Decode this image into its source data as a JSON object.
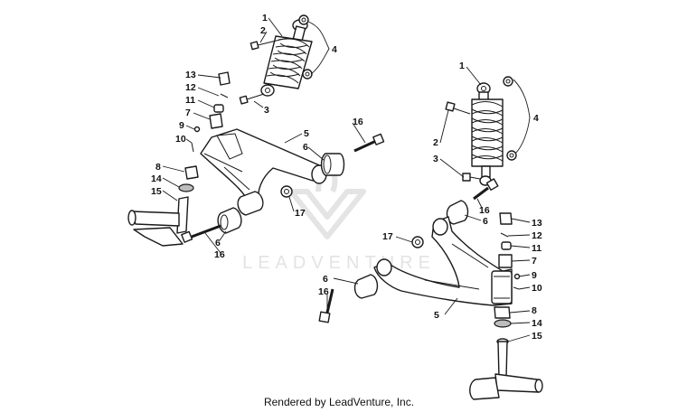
{
  "footer_text": "Rendered by LeadVenture, Inc.",
  "watermark_text": "LEADVENTURE",
  "left_assembly": {
    "callouts": [
      {
        "id": "L1",
        "number": "1"
      },
      {
        "id": "L2",
        "number": "2"
      },
      {
        "id": "L3",
        "number": "3"
      },
      {
        "id": "L4",
        "number": "4"
      },
      {
        "id": "L13",
        "number": "13"
      },
      {
        "id": "L12",
        "number": "12"
      },
      {
        "id": "L11",
        "number": "11"
      },
      {
        "id": "L7",
        "number": "7"
      },
      {
        "id": "L9",
        "number": "9"
      },
      {
        "id": "L10",
        "number": "10"
      },
      {
        "id": "L5",
        "number": "5"
      },
      {
        "id": "L16a",
        "number": "16"
      },
      {
        "id": "L6a",
        "number": "6"
      },
      {
        "id": "L8",
        "number": "8"
      },
      {
        "id": "L14",
        "number": "14"
      },
      {
        "id": "L15",
        "number": "15"
      },
      {
        "id": "L17",
        "number": "17"
      },
      {
        "id": "L6b",
        "number": "6"
      },
      {
        "id": "L16b",
        "number": "16"
      }
    ]
  },
  "right_assembly": {
    "callouts": [
      {
        "id": "R1",
        "number": "1"
      },
      {
        "id": "R4",
        "number": "4"
      },
      {
        "id": "R2",
        "number": "2"
      },
      {
        "id": "R3",
        "number": "3"
      },
      {
        "id": "R16a",
        "number": "16"
      },
      {
        "id": "R6a",
        "number": "6"
      },
      {
        "id": "R13",
        "number": "13"
      },
      {
        "id": "R12",
        "number": "12"
      },
      {
        "id": "R11",
        "number": "11"
      },
      {
        "id": "R7",
        "number": "7"
      },
      {
        "id": "R17",
        "number": "17"
      },
      {
        "id": "R9",
        "number": "9"
      },
      {
        "id": "R10",
        "number": "10"
      },
      {
        "id": "R6b",
        "number": "6"
      },
      {
        "id": "R16b",
        "number": "16"
      },
      {
        "id": "R8",
        "number": "8"
      },
      {
        "id": "R14",
        "number": "14"
      },
      {
        "id": "R15",
        "number": "15"
      },
      {
        "id": "R5",
        "number": "5"
      }
    ]
  }
}
